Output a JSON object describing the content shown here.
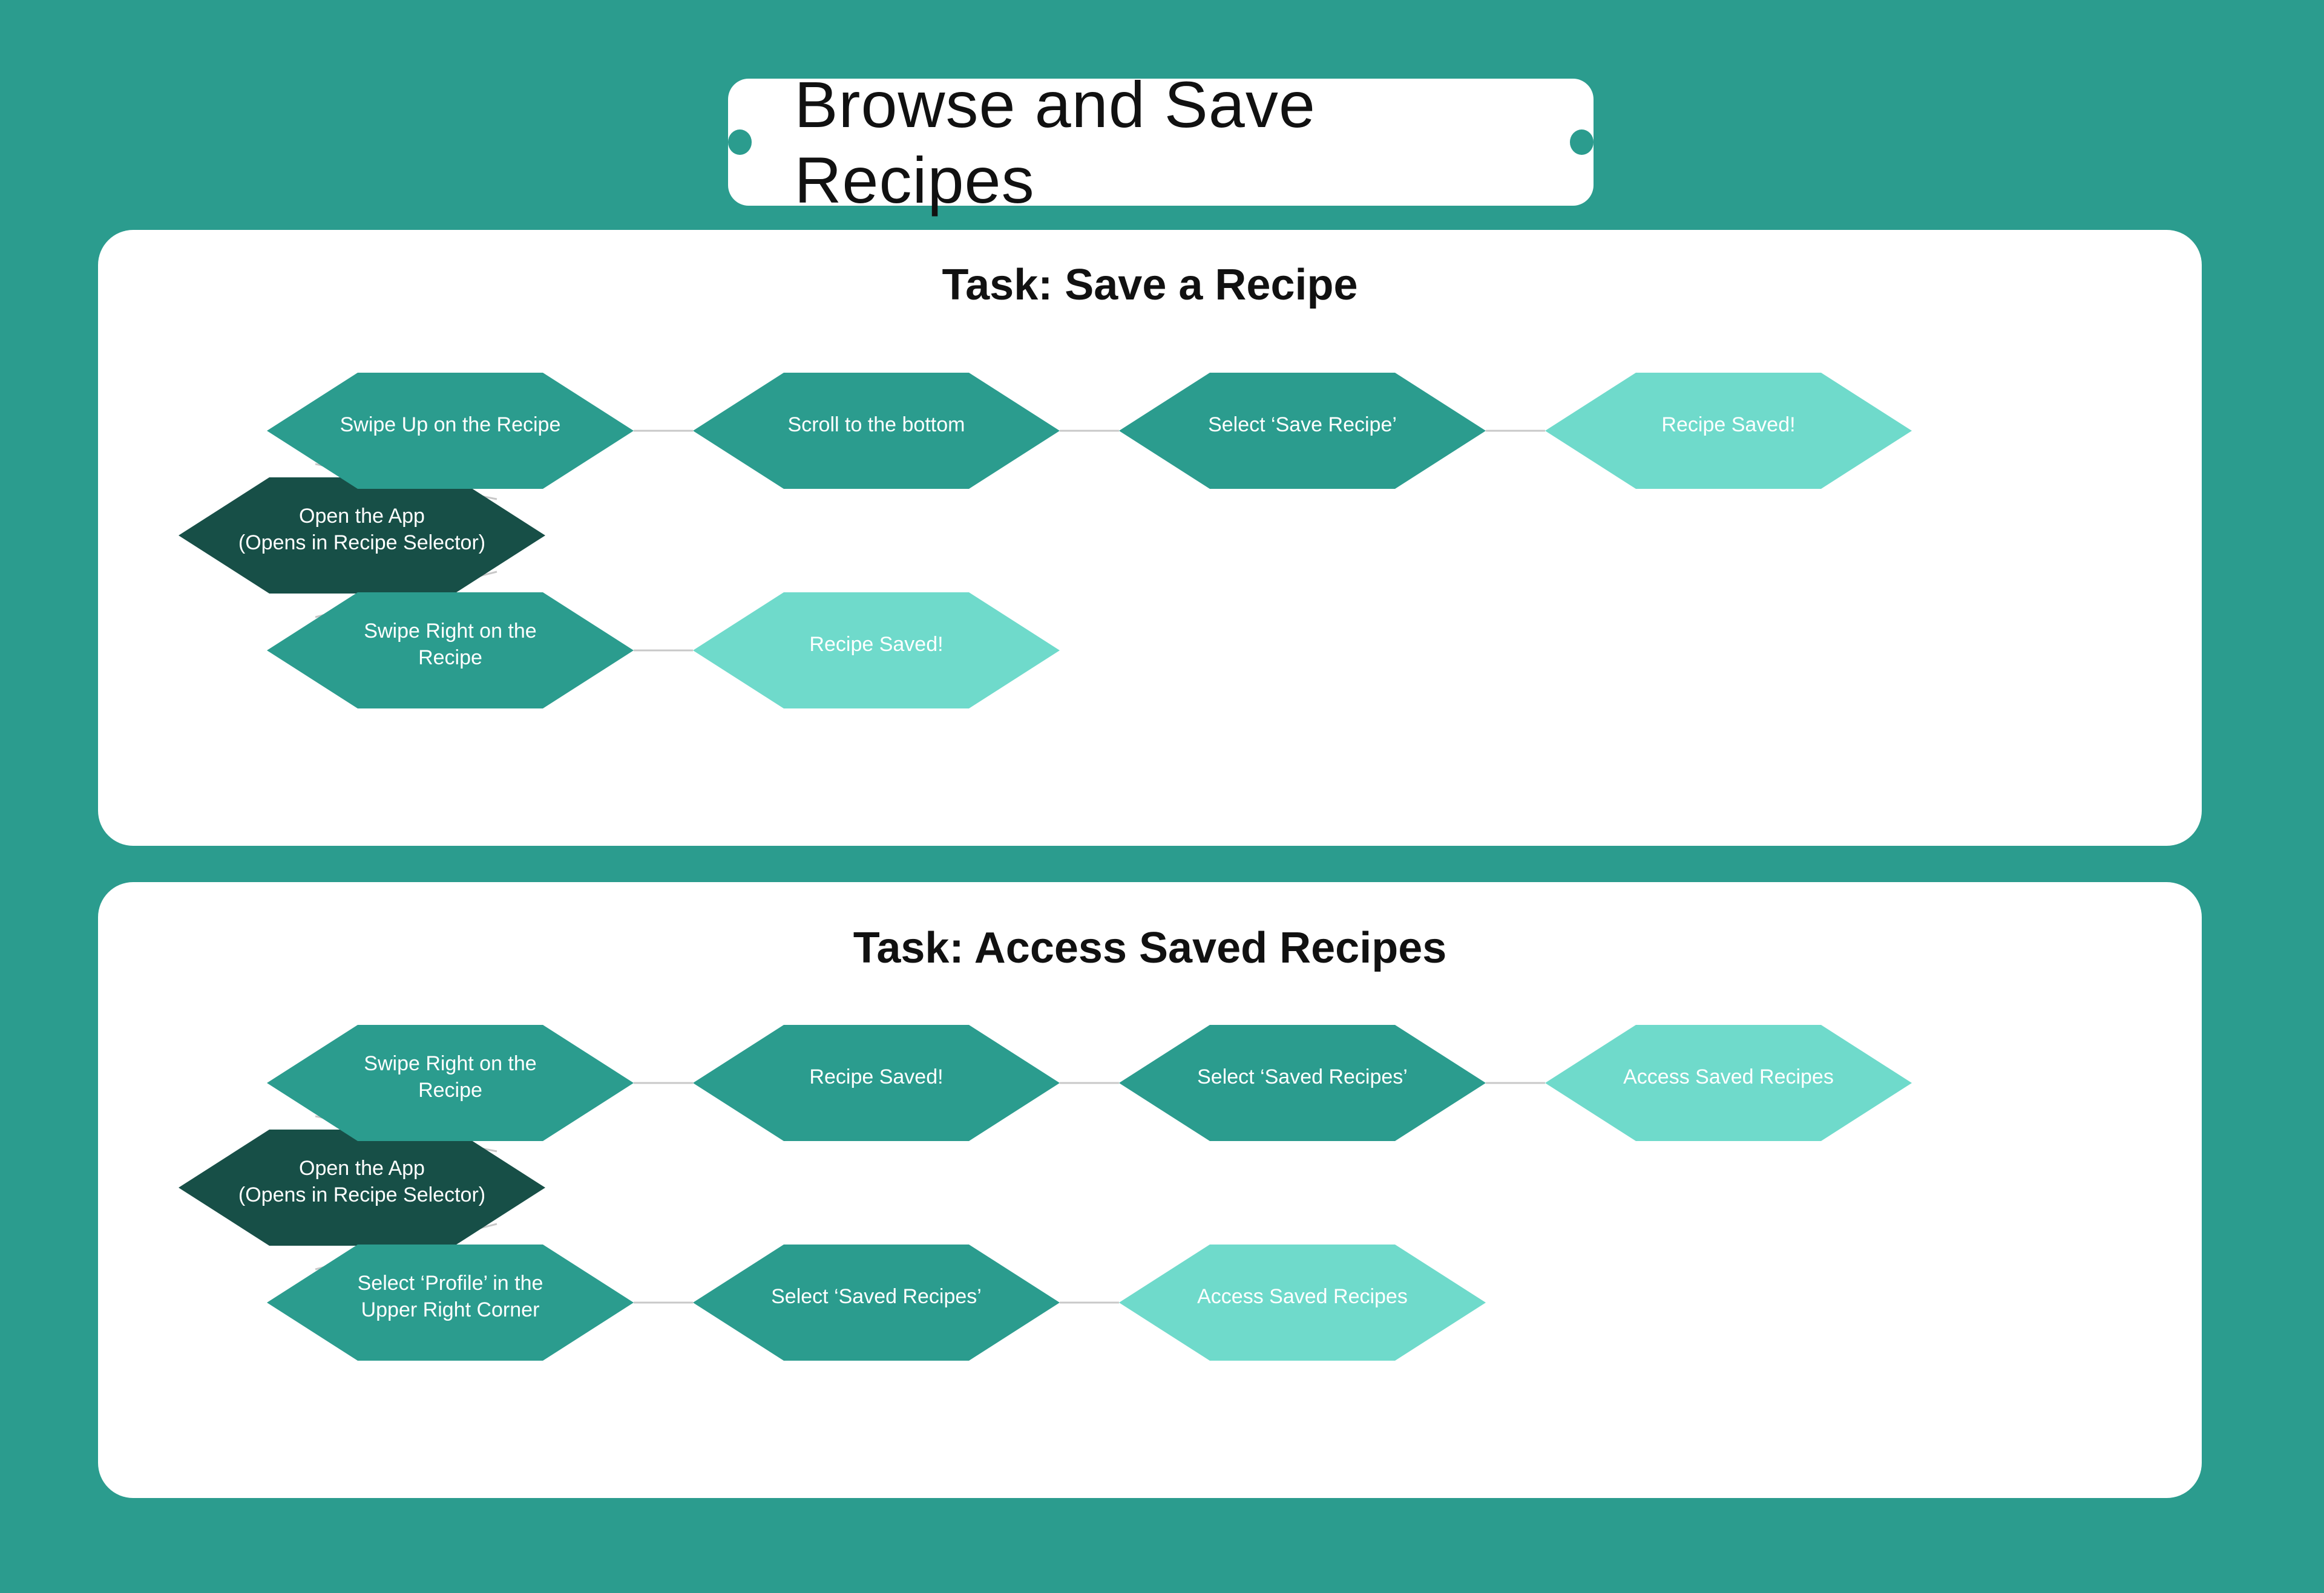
{
  "page_title": "Browse and Save Recipes",
  "colors": {
    "background": "#2b9c8e",
    "panel": "#ffffff",
    "start_node": "#174f47",
    "step_node": "#2b9c8e",
    "end_node": "#6fdacb",
    "connector": "#c8c8c8"
  },
  "tasks": [
    {
      "title": "Task: Save a Recipe",
      "start": [
        "Open the App",
        "(Opens in Recipe Selector)"
      ],
      "paths": [
        {
          "steps": [
            [
              "Swipe Up on the Recipe"
            ],
            [
              "Scroll to the bottom"
            ],
            [
              "Select ‘Save Recipe’"
            ]
          ],
          "end": [
            "Recipe Saved!"
          ]
        },
        {
          "steps": [
            [
              "Swipe Right on the",
              "Recipe"
            ]
          ],
          "end": [
            "Recipe Saved!"
          ]
        }
      ]
    },
    {
      "title": "Task: Access Saved Recipes",
      "start": [
        "Open the App",
        "(Opens in Recipe Selector)"
      ],
      "paths": [
        {
          "steps": [
            [
              "Swipe Right on the",
              "Recipe"
            ],
            [
              "Recipe Saved!"
            ],
            [
              "Select ‘Saved Recipes’"
            ]
          ],
          "end": [
            "Access Saved Recipes"
          ]
        },
        {
          "steps": [
            [
              "Select ‘Profile’ in the",
              "Upper Right Corner"
            ],
            [
              "Select ‘Saved Recipes’"
            ]
          ],
          "end": [
            "Access Saved Recipes"
          ]
        }
      ]
    }
  ]
}
